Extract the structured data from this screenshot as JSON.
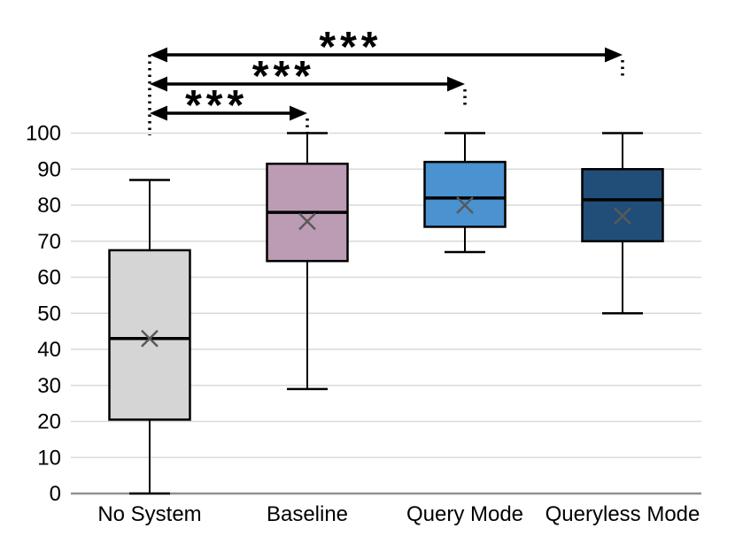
{
  "chart_data": {
    "type": "boxplot",
    "title": "",
    "xlabel": "",
    "ylabel": "",
    "ylim": [
      0,
      100
    ],
    "yticks": [
      0,
      10,
      20,
      30,
      40,
      50,
      60,
      70,
      80,
      90,
      100
    ],
    "grid": true,
    "legend_position": "none",
    "categories": [
      "No System",
      "Baseline",
      "Query Mode",
      "Queryless Mode"
    ],
    "series": [
      {
        "name": "No System",
        "min": 0,
        "q1": 20.5,
        "median": 43,
        "mean": 43,
        "q3": 67.5,
        "max": 87,
        "fill": "#d5d5d5"
      },
      {
        "name": "Baseline",
        "min": 29,
        "q1": 64.5,
        "median": 78,
        "mean": 75.5,
        "q3": 91.5,
        "max": 100,
        "fill": "#bc9cb4"
      },
      {
        "name": "Query Mode",
        "min": 67,
        "q1": 74,
        "median": 82,
        "mean": 80,
        "q3": 92,
        "max": 100,
        "fill": "#4a92d0"
      },
      {
        "name": "Queryless Mode",
        "min": 50,
        "q1": 70,
        "median": 81.5,
        "mean": 77,
        "q3": 90,
        "max": 100,
        "fill": "#204e79"
      }
    ],
    "significance": [
      {
        "from": "No System",
        "to": "Baseline",
        "row": 0,
        "label": "***"
      },
      {
        "from": "No System",
        "to": "Query Mode",
        "row": 1,
        "label": "***"
      },
      {
        "from": "No System",
        "to": "Queryless Mode",
        "row": 2,
        "label": "***"
      }
    ],
    "colors": {
      "background": "#ffffff",
      "grid": "#d9d9d9",
      "axis_line": "#919191",
      "box_border": "#000000",
      "median": "#000000",
      "whisker": "#000000",
      "mean_marker": "#595959",
      "significance": "#000000",
      "tick_label": "#000000"
    }
  }
}
